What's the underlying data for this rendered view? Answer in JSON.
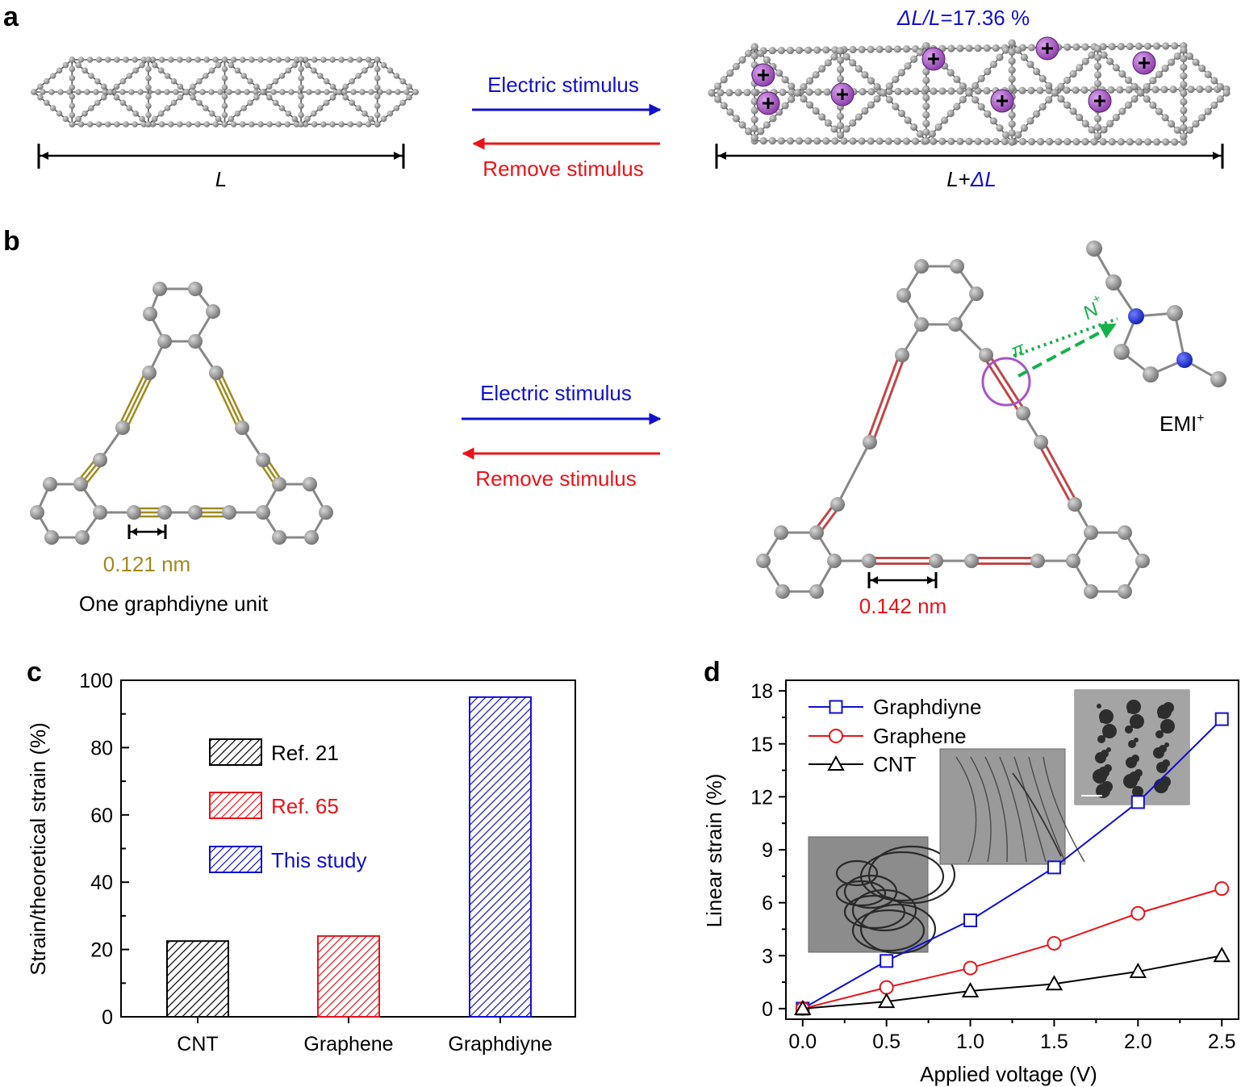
{
  "panels": {
    "a": "a",
    "b": "b",
    "c": "c",
    "d": "d"
  },
  "panel_a": {
    "delta_label": "ΔL/L=17.36 %",
    "delta_label_parts": [
      "ΔL/L",
      "=17.36 %"
    ],
    "forward_label": "Electric stimulus",
    "reverse_label": "Remove stimulus",
    "length_left": "L",
    "length_right_parts": [
      "L",
      "+",
      "ΔL"
    ]
  },
  "panel_b": {
    "forward_label": "Electric stimulus",
    "reverse_label": "Remove stimulus",
    "bond_left": "0.121 nm",
    "bond_right": "0.142 nm",
    "unit_caption": "One graphdiyne unit",
    "cation_label": "EMI",
    "cation_sup": "+",
    "pi_label": "π",
    "n_label": "N",
    "n_sup": "+"
  },
  "colors": {
    "blue": "#1010cc",
    "red": "#e8141a",
    "black": "#000000",
    "gold": "#a08a1e",
    "green": "#16b04a",
    "atom": "#8c8c8c",
    "ion": "#a855c7",
    "bond_red": "#c04848"
  },
  "chart_data": [
    {
      "type": "bar",
      "panel": "c",
      "categories": [
        "CNT",
        "Graphene",
        "Graphdiyne"
      ],
      "values": [
        22.5,
        24,
        95
      ],
      "ylabel": "Strain/theoretical strain (%)",
      "ylim": [
        0,
        100
      ],
      "yticks": [
        "0",
        "20",
        "40",
        "60",
        "80",
        "100"
      ],
      "legend": [
        "Ref. 21",
        "Ref. 65",
        "This study"
      ],
      "legend_placement": "upper-left",
      "pattern": "diagonal-hatch",
      "series_colors": [
        "#000000",
        "#e8141a",
        "#1010cc"
      ]
    },
    {
      "type": "line",
      "panel": "d",
      "x": [
        0.0,
        0.5,
        1.0,
        1.5,
        2.0,
        2.5
      ],
      "xticks": [
        "0.0",
        "0.5",
        "1.0",
        "1.5",
        "2.0",
        "2.5"
      ],
      "xlabel": "Applied voltage (V)",
      "ylabel": "Linear strain (%)",
      "xlim": [
        -0.1,
        2.6
      ],
      "ylim": [
        -0.6,
        18.6
      ],
      "yticks": [
        "0",
        "3",
        "6",
        "9",
        "12",
        "15",
        "18"
      ],
      "series": [
        {
          "name": "Graphdiyne",
          "marker": "square",
          "color": "#1010cc",
          "values": [
            0.0,
            2.7,
            5.0,
            8.0,
            11.7,
            16.4
          ]
        },
        {
          "name": "Graphene",
          "marker": "circle",
          "color": "#e8141a",
          "values": [
            0.0,
            1.2,
            2.3,
            3.7,
            5.4,
            6.8
          ]
        },
        {
          "name": "CNT",
          "marker": "triangle",
          "color": "#000000",
          "values": [
            0.0,
            0.4,
            1.0,
            1.4,
            2.1,
            3.0
          ]
        }
      ],
      "legend_placement": "top-left",
      "insets": [
        "tem-image-cnt",
        "tem-image-graphene",
        "tem-image-graphdiyne"
      ]
    }
  ]
}
